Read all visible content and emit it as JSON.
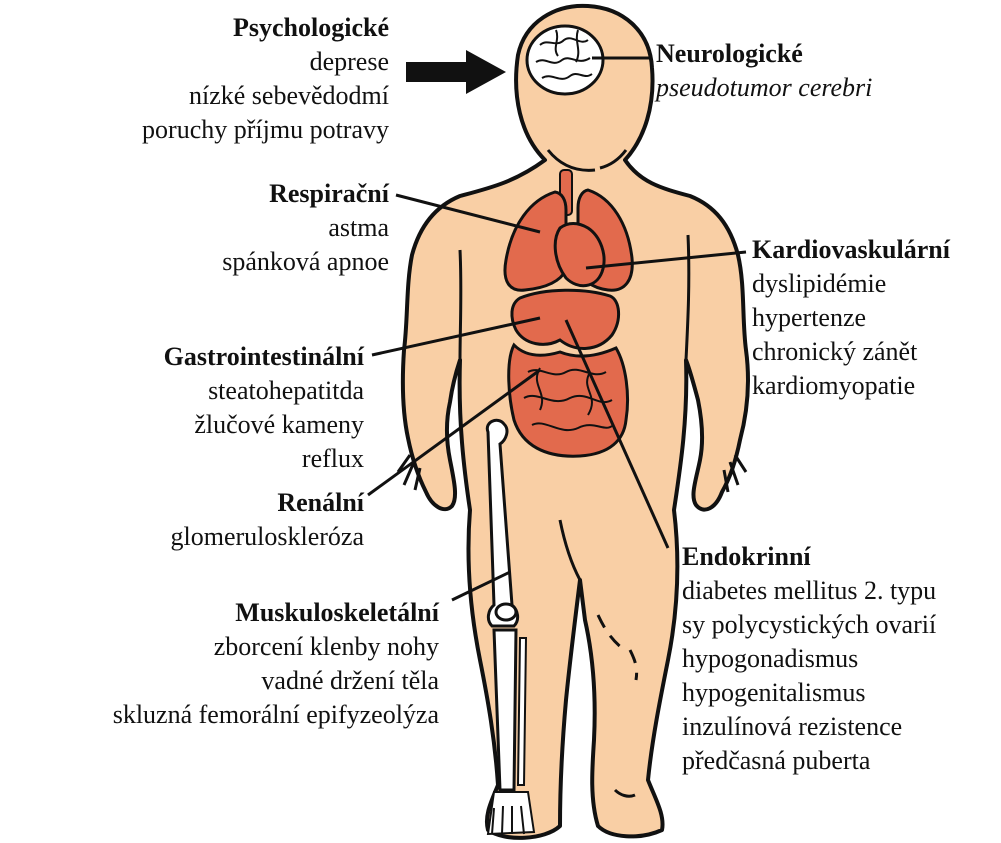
{
  "colors": {
    "skin": "#f9cfa5",
    "organ": "#e26a4d",
    "outline": "#111111",
    "bone": "#ffffff",
    "brain": "#ffffff"
  },
  "groups": {
    "psychological": {
      "heading": "Psychologické",
      "items": [
        "deprese",
        "nízké sebevědodmí",
        "poruchy příjmu potravy"
      ]
    },
    "neurological": {
      "heading": "Neurologické",
      "items": [
        "pseudotumor cerebri"
      ]
    },
    "respiratory": {
      "heading": "Respirační",
      "items": [
        "astma",
        "spánková apnoe"
      ]
    },
    "cardiovascular": {
      "heading": "Kardiovaskulární",
      "items": [
        "dyslipidémie",
        "hypertenze",
        "chronický zánět",
        "kardiomyopatie"
      ]
    },
    "gastrointestinal": {
      "heading": "Gastrointestinální",
      "items": [
        "steatohepatitda",
        "žlučové kameny",
        "reflux"
      ]
    },
    "renal": {
      "heading": "Renální",
      "items": [
        "glomeruloskleróza"
      ]
    },
    "endocrine": {
      "heading": "Endokrinní",
      "items": [
        "diabetes mellitus 2. typu",
        "sy polycystických ovarií",
        "hypogonadismus",
        "hypogenitalismus",
        "inzulínová rezistence",
        "předčasná puberta"
      ]
    },
    "musculoskeletal": {
      "heading": "Muskuloskeletální",
      "items": [
        "zborcení klenby nohy",
        "vadné držení těla",
        "skluzná femorální epifyzeolýza"
      ]
    }
  }
}
